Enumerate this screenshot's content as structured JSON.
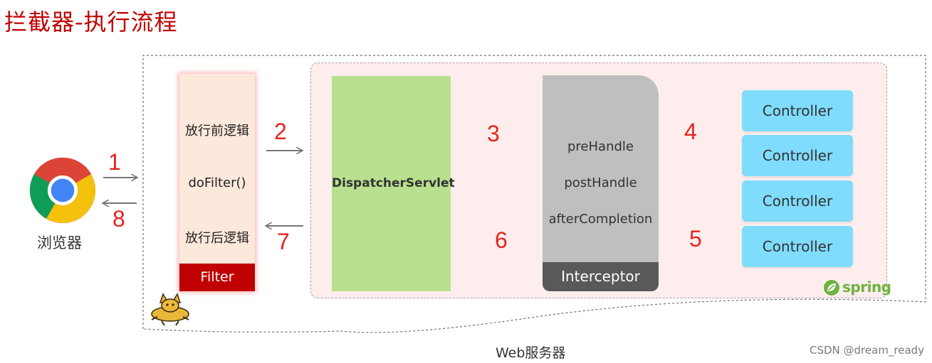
{
  "title": "拦截器-执行流程",
  "browser": {
    "label": "浏览器",
    "icon": "chrome-icon"
  },
  "filter": {
    "before": "放行前逻辑",
    "method": "doFilter()",
    "after": "放行后逻辑",
    "label": "Filter"
  },
  "dispatcher": {
    "label": "DispatcherServlet"
  },
  "interceptor": {
    "methods": [
      "preHandle",
      "postHandle",
      "afterCompletion"
    ],
    "label": "Interceptor"
  },
  "controllers": [
    "Controller",
    "Controller",
    "Controller",
    "Controller"
  ],
  "steps": [
    "1",
    "2",
    "3",
    "4",
    "5",
    "6",
    "7",
    "8"
  ],
  "spring_logo": "spring",
  "server_label": "Web服务器",
  "watermark": "CSDN @dream_ready",
  "colors": {
    "title": "#c00000",
    "step_numbers": "#e8231e",
    "filter_bg": "#fde9dc",
    "filter_tag": "#c00000",
    "dispatcher_bg": "#b8e08e",
    "interceptor_bg": "#bfbfbf",
    "interceptor_tag": "#595959",
    "controller_bg": "#7fdcfc",
    "spring_box_bg": "#fdeeed",
    "spring_green": "#6db33f"
  }
}
